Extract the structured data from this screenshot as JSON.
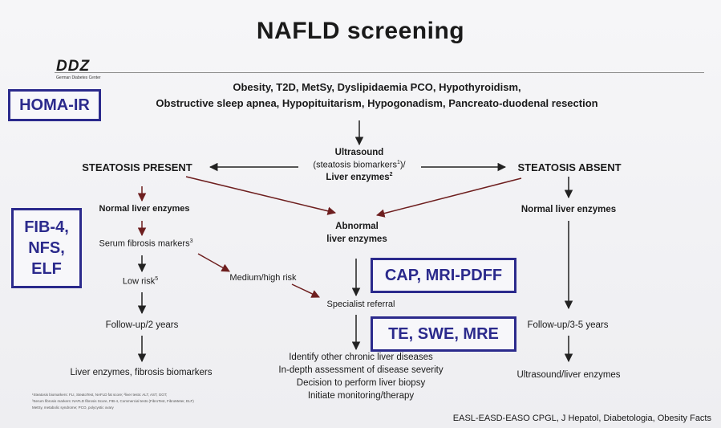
{
  "title": "NAFLD screening",
  "logo": {
    "name": "DDZ",
    "subtitle": "German Diabetes Center"
  },
  "boxes": {
    "homa": "HOMA-IR",
    "fib": "FIB-4,\nNFS,\nELF",
    "cap": "CAP, MRI-PDFF",
    "te": "TE, SWE, MRE"
  },
  "risk_factors": {
    "line1": "Obesity, T2D, MetSy, Dyslipidaemia PCO, Hypothyroidism,",
    "line2": "Obstructive sleep apnea, Hypopituitarism, Hypogonadism, Pancreato-duodenal resection"
  },
  "nodes": {
    "ultrasound": "Ultrasound",
    "steatosis_biomarkers": "(steatosis biomarkers",
    "steatosis_biomarkers_sup": "1",
    "steatosis_biomarkers_tail": ")/",
    "liver_enzymes": "Liver enzymes",
    "liver_enzymes_sup": "2",
    "steatosis_present": "STEATOSIS PRESENT",
    "steatosis_absent": "STEATOSIS ABSENT",
    "normal_left": "Normal liver enzymes",
    "normal_right": "Normal liver enzymes",
    "abnormal_1": "Abnormal",
    "abnormal_2": "liver enzymes",
    "serum_markers": "Serum fibrosis markers",
    "serum_markers_sup": "3",
    "low_risk": "Low risk",
    "low_risk_sup": "5",
    "medium_high": "Medium/high risk",
    "specialist": "Specialist referral",
    "follow_2": "Follow-up/2 years",
    "follow_35": "Follow-up/3-5 years",
    "left_bottom": "Liver enzymes, fibrosis biomarkers",
    "right_bottom": "Ultrasound/liver enzymes",
    "center_1": "Identify other chronic liver diseases",
    "center_2": "In-depth assessment of disease severity",
    "center_3": "Decision to perform liver biopsy",
    "center_4": "Initiate monitoring/therapy"
  },
  "footnotes": {
    "l1": "¹Steatosis biomarkers: FLI, SteatoTest, NAFLD fat score; ²liver tests: ALT, AST, GGT;",
    "l2": "³Serum fibrosis markers: NAFLD fibrosis Score, FIB-4, Commercial tests (FibroTest, FibroMeter, ELF)",
    "l3": "MetSy, metabolic syndrome; PCO, polycystic ovary"
  },
  "citation": "EASL-EASD-EASO CPGL, J Hepatol, Diabetologia, Obesity Facts",
  "colors": {
    "box_border": "#2b2a8c",
    "arrow_dark": "#222222",
    "arrow_red": "#6e1f1f"
  }
}
